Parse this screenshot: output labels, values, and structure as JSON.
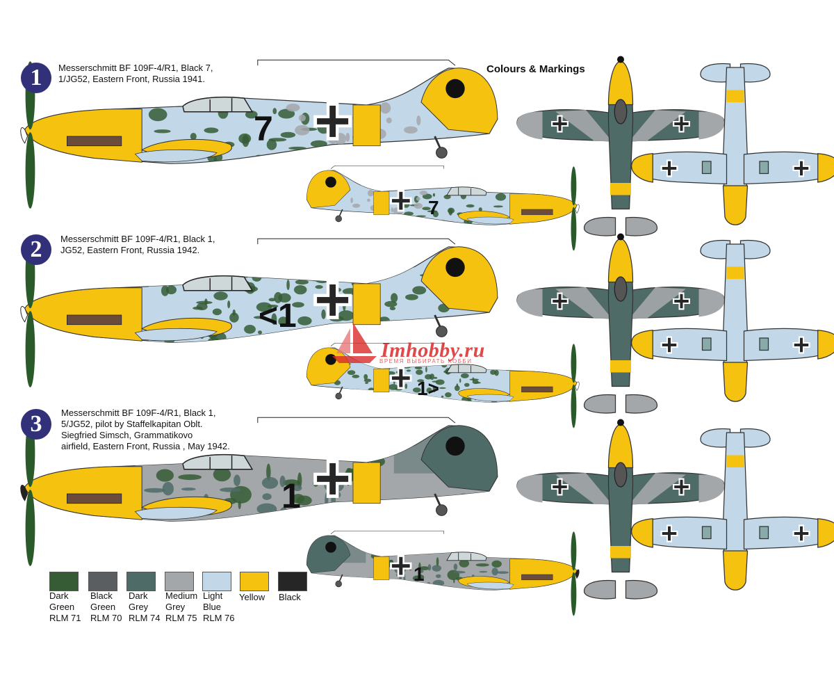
{
  "heading": "Colours & Markings",
  "watermark": {
    "name": "Imhobby.ru",
    "slogan": "ВРЕМЯ ВЫБИРАТЬ ХОББИ"
  },
  "schemes": [
    {
      "number": "1",
      "lines": [
        "Messerschmitt BF 109F-4/R1, Black 7,",
        "1/JG52, Eastern Front, Russia 1941."
      ],
      "fuselage_code": "7",
      "sub_code": "7"
    },
    {
      "number": "2",
      "lines": [
        "Messerschmitt BF 109F-4/R1, Black 1,",
        "JG52, Eastern Front, Russia 1942."
      ],
      "fuselage_code": "<1",
      "sub_code": "1>"
    },
    {
      "number": "3",
      "lines": [
        "Messerschmitt BF 109F-4/R1, Black 1,",
        "5/JG52, pilot by Staffelkapitan Oblt.",
        "Siegfried Simsch, Grammatikovo",
        "airfield, Eastern Front, Russia , May 1942."
      ],
      "fuselage_code": "1",
      "sub_code": "1"
    }
  ],
  "swatches": [
    {
      "color": "#355c35",
      "lines": [
        "Dark",
        "Green",
        "RLM 71"
      ]
    },
    {
      "color": "#5a5e60",
      "lines": [
        "Black",
        "Green",
        "RLM 70"
      ]
    },
    {
      "color": "#4f6b68",
      "lines": [
        "Dark",
        "Grey",
        "RLM 74"
      ]
    },
    {
      "color": "#a4a7aa",
      "lines": [
        "Medium",
        "Grey",
        "RLM 75"
      ]
    },
    {
      "color": "#c2d8e8",
      "lines": [
        "Light",
        "Blue",
        "RLM 76"
      ]
    },
    {
      "color": "#f5c20f",
      "lines": [
        "Yellow"
      ]
    },
    {
      "color": "#262626",
      "lines": [
        "Black"
      ]
    }
  ],
  "icons": {
    "badge": "numbered-circle-badge",
    "logo": "imhobby-sailboat-logo"
  }
}
